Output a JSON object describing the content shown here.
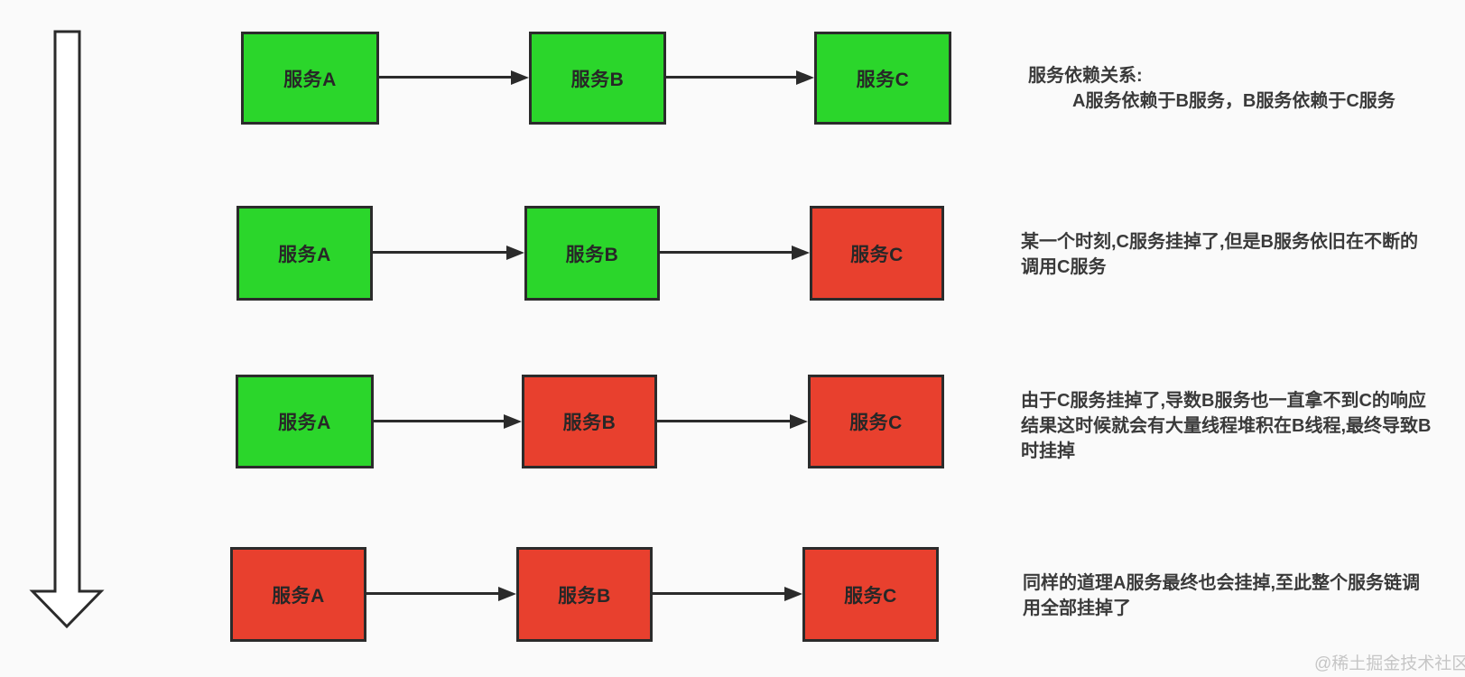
{
  "colors": {
    "background": "#fafafa",
    "healthy_green": "#2bd62b",
    "failed_red": "#e8402e",
    "outline_dark": "#2b2b2b",
    "annotation_text": "#3a3a3a",
    "watermark_gray": "#c6c6c6"
  },
  "rows": [
    {
      "services": [
        {
          "label": "服务A",
          "status": "healthy"
        },
        {
          "label": "服务B",
          "status": "healthy"
        },
        {
          "label": "服务C",
          "status": "healthy"
        }
      ],
      "annotation": {
        "lines": [
          "服务依赖关系:",
          "A服务依赖于B服务，B服务依赖于C服务"
        ]
      }
    },
    {
      "services": [
        {
          "label": "服务A",
          "status": "healthy"
        },
        {
          "label": "服务B",
          "status": "healthy"
        },
        {
          "label": "服务C",
          "status": "failed"
        }
      ],
      "annotation": {
        "lines": [
          "某一个时刻,C服务挂掉了,但是B服务依旧在不断的",
          "调用C服务"
        ]
      }
    },
    {
      "services": [
        {
          "label": "服务A",
          "status": "healthy"
        },
        {
          "label": "服务B",
          "status": "failed"
        },
        {
          "label": "服务C",
          "status": "failed"
        }
      ],
      "annotation": {
        "lines": [
          "由于C服务挂掉了,导数B服务也一直拿不到C的响应",
          "结果这时候就会有大量线程堆积在B线程,最终导致B",
          "时挂掉"
        ]
      }
    },
    {
      "services": [
        {
          "label": "服务A",
          "status": "failed"
        },
        {
          "label": "服务B",
          "status": "failed"
        },
        {
          "label": "服务C",
          "status": "failed"
        }
      ],
      "annotation": {
        "lines": [
          "同样的道理A服务最终也会挂掉,至此整个服务链调",
          "用全部挂掉了"
        ]
      }
    }
  ],
  "watermark": "@稀土掘金技术社区"
}
